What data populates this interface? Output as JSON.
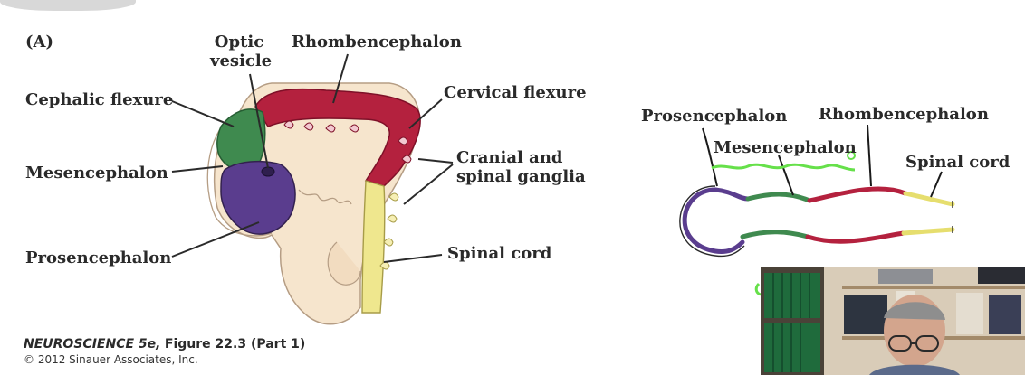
{
  "panel_label": "(A)",
  "labels": {
    "optic_vesicle_line1": "Optic",
    "optic_vesicle_line2": "vesicle",
    "rhombencephalon": "Rhombencephalon",
    "cephalic_flexure": "Cephalic flexure",
    "cervical_flexure": "Cervical flexure",
    "mesencephalon": "Mesencephalon",
    "cranial_spinal_line1": "Cranial and",
    "cranial_spinal_line2": "spinal ganglia",
    "prosencephalon": "Prosencephalon",
    "spinal_cord": "Spinal cord"
  },
  "sketch_labels": {
    "prosencephalon": "Prosencephalon",
    "mesencephalon": "Mesencephalon",
    "rhombencephalon": "Rhombencephalon",
    "spinal_cord": "Spinal cord"
  },
  "credit": {
    "book": "NEUROSCIENCE 5e,",
    "figure": "Figure 22.3 (Part 1)",
    "copyright": "© 2012 Sinauer Associates, Inc."
  },
  "colors": {
    "prosencephalon": "#5a3d8e",
    "mesencephalon": "#3f8a4f",
    "rhombencephalon": "#b4213e",
    "spinal_cord": "#efe78e",
    "embryo_body": "#f6e5cd",
    "annotation_green": "#66e04a"
  }
}
